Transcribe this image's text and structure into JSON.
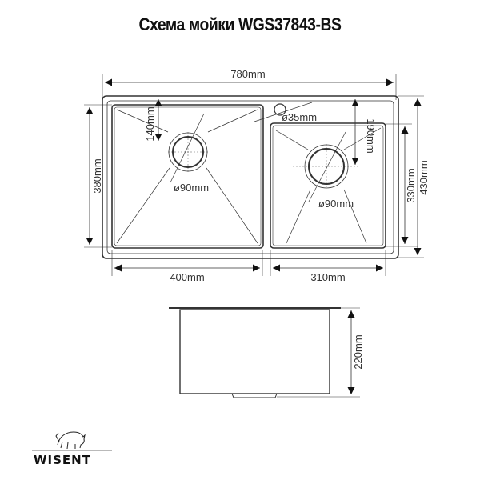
{
  "title": "Схема мойки WGS37843-BS",
  "brand": {
    "name": "WISENT",
    "logo_icon": "bison-icon"
  },
  "top_view": {
    "overall_width": "780mm",
    "overall_depth": "430mm",
    "left_bowl": {
      "depth": "380mm",
      "width": "400mm",
      "drain_offset": "140mm",
      "drain_diameter": "ø90mm"
    },
    "right_bowl": {
      "depth": "330mm",
      "width": "310mm",
      "drain_offset": "190mm",
      "drain_diameter": "ø90mm"
    },
    "tap_hole_diameter": "ø35mm"
  },
  "side_view": {
    "height": "220mm"
  },
  "colors": {
    "line": "#333333",
    "text": "#333333",
    "title": "#111111"
  }
}
